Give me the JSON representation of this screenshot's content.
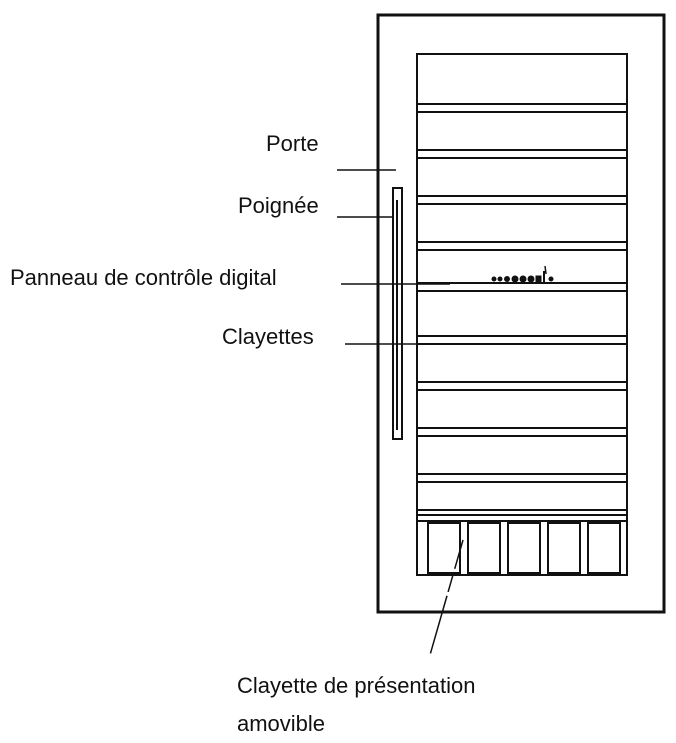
{
  "labels": {
    "porte": "Porte",
    "poignee": "Poignée",
    "panneau": "Panneau de contrôle digital",
    "clayettes": "Clayettes",
    "presentation_line1": "Clayette de présentation",
    "presentation_line2": "amovible"
  }
}
